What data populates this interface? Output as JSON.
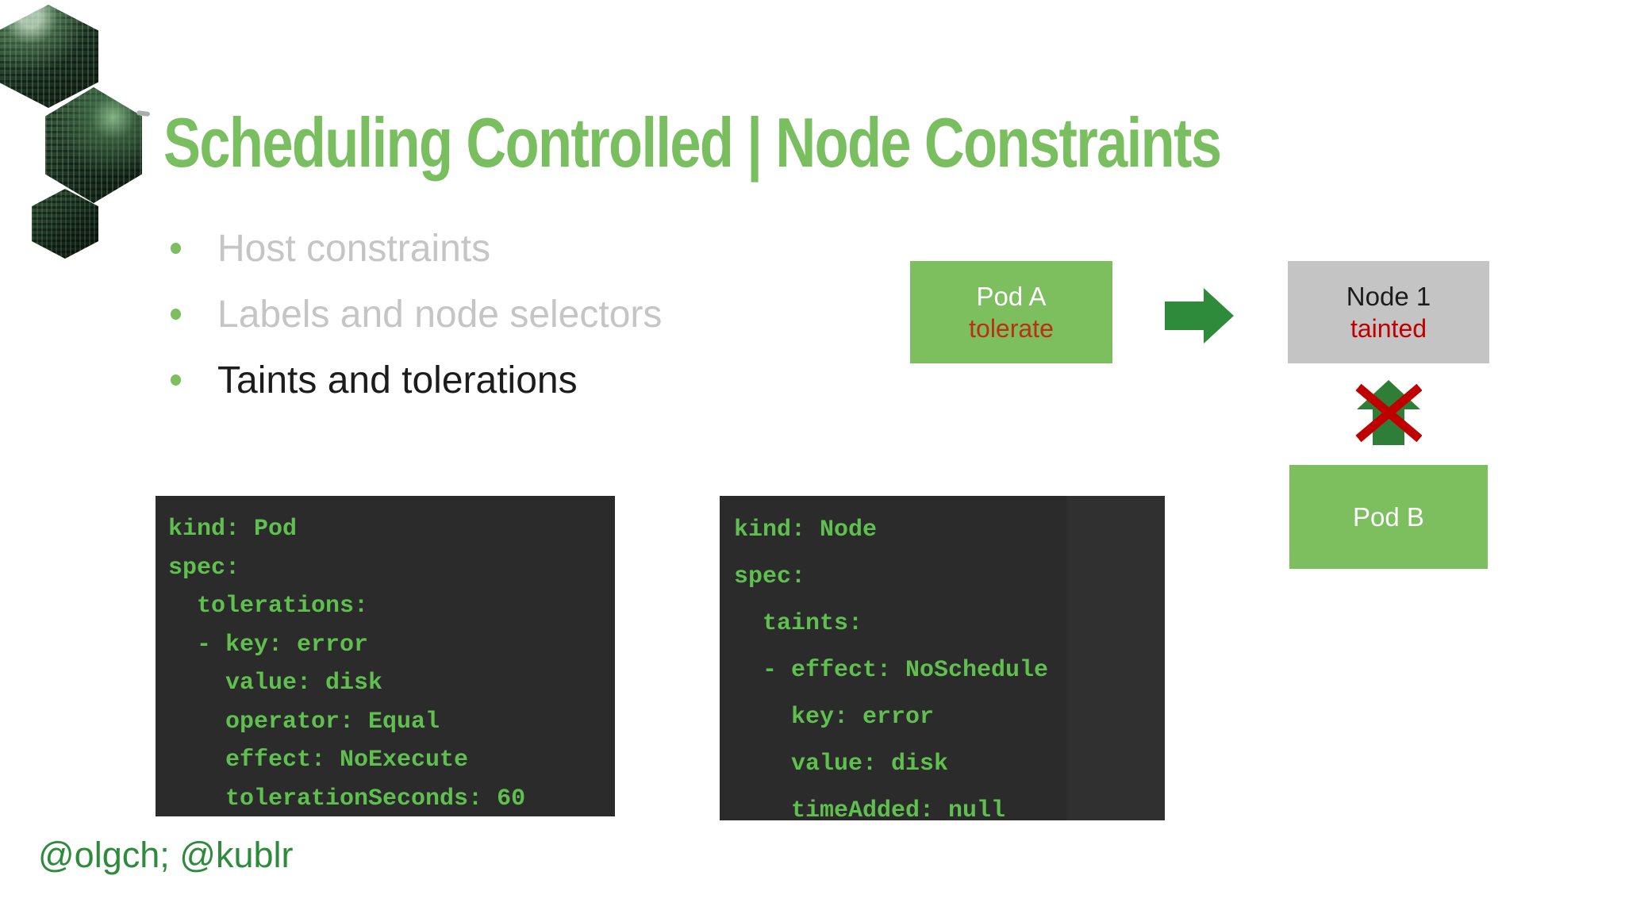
{
  "slide": {
    "title": "Scheduling Controlled | Node Constraints",
    "footer": "@olgch; @kublr",
    "bullets": [
      {
        "label": "Host constraints",
        "state": "inactive"
      },
      {
        "label": "Labels and node selectors",
        "state": "inactive"
      },
      {
        "label": "Taints and tolerations",
        "state": "active"
      }
    ]
  },
  "diagram": {
    "pod_a": {
      "title": "Pod A",
      "subtitle": "tolerate"
    },
    "node_1": {
      "title": "Node 1",
      "subtitle": "tainted"
    },
    "pod_b": {
      "title": "Pod B"
    },
    "icons": [
      "hexagon-logo-icon",
      "arrow-right-icon",
      "arrow-up-icon",
      "cross-icon"
    ]
  },
  "code_blocks": {
    "pod_yaml": {
      "lines": [
        "kind: Pod",
        "spec:",
        "  tolerations:",
        "  - key: error",
        "    value: disk",
        "    operator: Equal",
        "    effect: NoExecute",
        "    tolerationSeconds: 60"
      ]
    },
    "node_yaml": {
      "lines": [
        "kind: Node",
        "spec:",
        "  taints:",
        "  - effect: NoSchedule",
        "    key: error",
        "    value: disk",
        "    timeAdded: null"
      ]
    }
  },
  "colors": {
    "title-green": "#7ABF5F",
    "accent-green": "#7DBE5F",
    "dark-green": "#2E8B3C",
    "arrow-green": "#2E7E37",
    "bullet-gray": "#C5C5C5",
    "text-black": "#1C1C1C",
    "node-gray": "#C5C4C4",
    "red": "#C00000",
    "tolerate-red": "#B93111",
    "code-bg": "#2B2B2B",
    "code-green": "#5FBF4F"
  }
}
